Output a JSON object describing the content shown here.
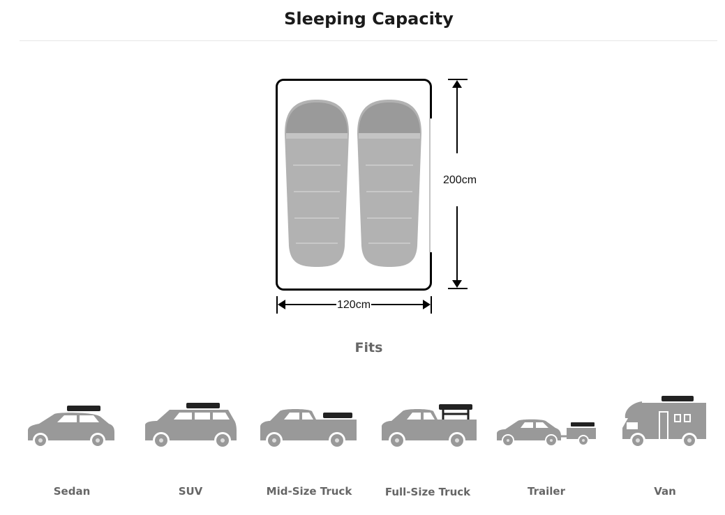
{
  "header": {
    "title": "Sleeping Capacity"
  },
  "diagram": {
    "height_label": "200cm",
    "width_label": "120cm"
  },
  "fits": {
    "heading": "Fits",
    "vehicles": [
      {
        "label": "Sedan",
        "icon": "sedan-icon"
      },
      {
        "label": "SUV",
        "icon": "suv-icon"
      },
      {
        "label": "Mid-Size Truck",
        "icon": "mid-size-truck-icon"
      },
      {
        "label": "Full-Size Truck",
        "icon": "full-size-truck-icon"
      },
      {
        "label": "Trailer",
        "icon": "trailer-icon"
      },
      {
        "label": "Van",
        "icon": "van-icon"
      }
    ]
  },
  "colors": {
    "icon_gray": "#999999",
    "label_gray": "#666666",
    "bag_gray": "#b2b2b2"
  }
}
